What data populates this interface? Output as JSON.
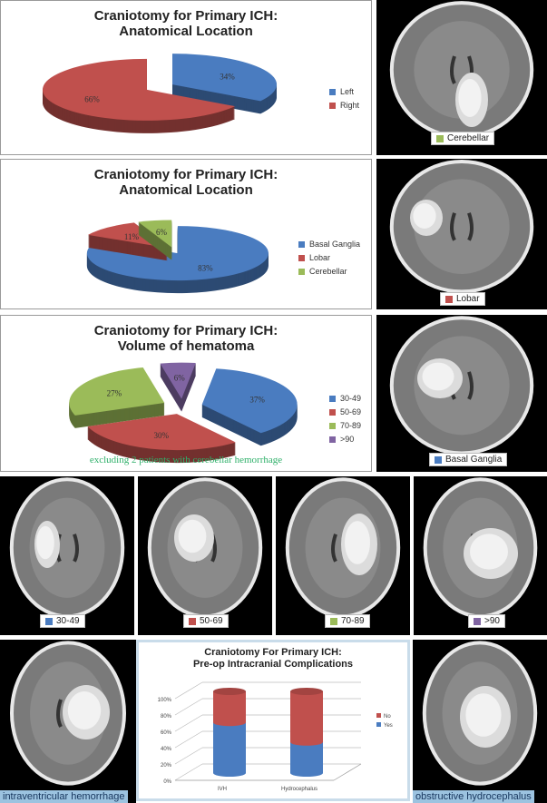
{
  "colors": {
    "blue": "#4a7cc0",
    "red": "#c0504d",
    "green": "#9bbb59",
    "purple": "#8064a2"
  },
  "chart_data": [
    {
      "type": "pie",
      "title_line1": "Craniotomy for Primary ICH:",
      "title_line2": "Anatomical Location",
      "categories": [
        "Left",
        "Right"
      ],
      "values": [
        34,
        66
      ],
      "labels": [
        "34%",
        "66%"
      ],
      "legend": "right"
    },
    {
      "type": "pie",
      "title_line1": "Craniotomy for Primary ICH:",
      "title_line2": "Anatomical Location",
      "categories": [
        "Basal Ganglia",
        "Lobar",
        "Cerebellar"
      ],
      "values": [
        83,
        11,
        6
      ],
      "labels": [
        "83%",
        "11%",
        "6%"
      ],
      "legend": "right"
    },
    {
      "type": "pie",
      "title_line1": "Craniotomy for Primary ICH:",
      "title_line2": "Volume of hematoma",
      "categories": [
        "30-49",
        "50-69",
        "70-89",
        ">90"
      ],
      "values": [
        37,
        30,
        27,
        6
      ],
      "labels": [
        "37%",
        "30%",
        "27%",
        "6%"
      ],
      "legend": "right",
      "annotation": "excluding 2 patients with cerebellar hemorrhage"
    },
    {
      "type": "bar",
      "stacked": true,
      "title_line1": "Craniotomy For Primary ICH:",
      "title_line2": "Pre-op Intracranial Complications",
      "categories": [
        "IVH",
        "Hydrocephalus"
      ],
      "series": [
        {
          "name": "Yes",
          "values": [
            62,
            38
          ]
        },
        {
          "name": "No",
          "values": [
            38,
            62
          ]
        }
      ],
      "ylim": [
        0,
        100
      ],
      "yticks": [
        "0%",
        "20%",
        "40%",
        "60%",
        "80%",
        "100%"
      ],
      "grid": true,
      "legend": "right"
    }
  ],
  "ct_labels": {
    "cerebellar": "Cerebellar",
    "lobar": "Lobar",
    "basal_ganglia": "Basal Ganglia",
    "v1": "30-49",
    "v2": "50-69",
    "v3": "70-89",
    "v4": ">90",
    "ivh": "intraventricular hemorrhage",
    "hydro": "obstructive hydrocephalus"
  }
}
